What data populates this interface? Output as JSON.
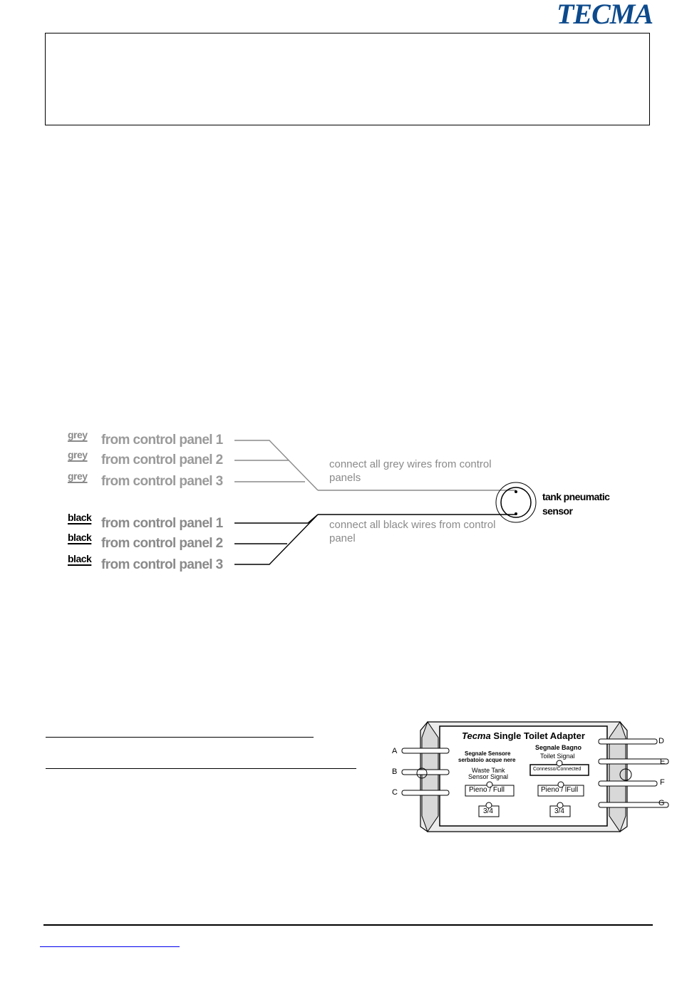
{
  "logo": {
    "text": "TECMA",
    "color": "#0d4a8c"
  },
  "wiring": {
    "grey_wires": [
      {
        "color_label": "grey",
        "source": "from control panel 1"
      },
      {
        "color_label": "grey",
        "source": "from control panel 2"
      },
      {
        "color_label": "grey",
        "source": "from control panel 3"
      }
    ],
    "black_wires": [
      {
        "color_label": "black",
        "source": "from control panel 1"
      },
      {
        "color_label": "black",
        "source": "from control panel 2"
      },
      {
        "color_label": "black",
        "source": "from control panel 3"
      }
    ],
    "grey_note": "connect all grey wires from control panels",
    "black_note": "connect all black wires from control panel",
    "sensor_label": "tank pneumatic sensor"
  },
  "adapter": {
    "brand": "Tecma",
    "title": "Single Toilet Adapter",
    "left_section": {
      "heading_line1": "Segnale Sensore",
      "heading_line2": "serbatoio acque nere",
      "sub_line1": "Waste Tank",
      "sub_line2": "Sensor Signal",
      "full_box": "Pieno / Full",
      "level_box": "3/4"
    },
    "right_section": {
      "heading": "Segnale Bagno",
      "sub": "Toilet Signal",
      "connected_box": "Connesso/Connected",
      "full_box": "Pieno / lFull",
      "level_box": "3/4"
    },
    "pins_left": [
      "A",
      "B",
      "C"
    ],
    "pins_right": [
      "D",
      "E",
      "F",
      "G"
    ]
  }
}
